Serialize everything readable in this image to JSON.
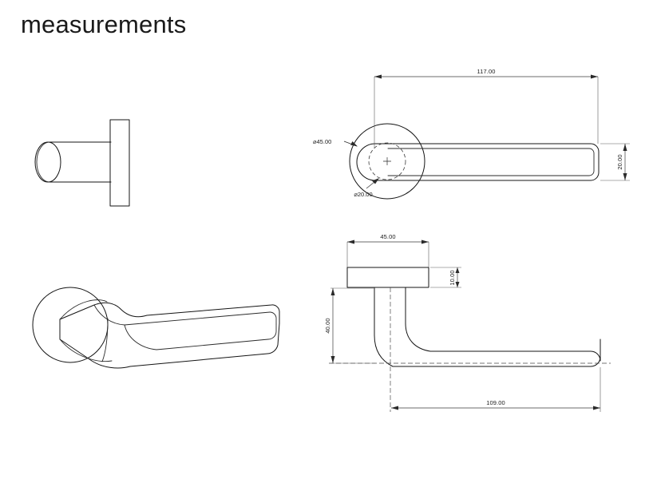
{
  "page": {
    "title": "measurements",
    "background_color": "#ffffff",
    "line_color": "#141414",
    "dimension_color": "#1a1a1a"
  },
  "views": [
    {
      "id": "front-end-view",
      "name": "front-end-view",
      "description": "end elevation of door lever with rosette plate",
      "position": "top-left"
    },
    {
      "id": "top-plan-view",
      "name": "top-plan-view",
      "description": "plan view of door lever with round rosette, dimensioned",
      "position": "top-right"
    },
    {
      "id": "isometric-view",
      "name": "isometric-view",
      "description": "three quarter perspective view of door lever",
      "position": "bottom-left"
    },
    {
      "id": "side-elevation-view",
      "name": "side-elevation-view",
      "description": "side elevation of door lever with rosette, dimensioned",
      "position": "bottom-right"
    }
  ],
  "dimensions": {
    "plan": {
      "overall_length": "117.00",
      "lever_width": "20.00",
      "rosette_diameter": "⌀45.00",
      "spindle_diameter": "⌀20.00"
    },
    "side": {
      "rosette_width": "45.00",
      "rosette_thickness": "10.00",
      "lever_drop": "40.00",
      "lever_reach": "109.00"
    }
  }
}
